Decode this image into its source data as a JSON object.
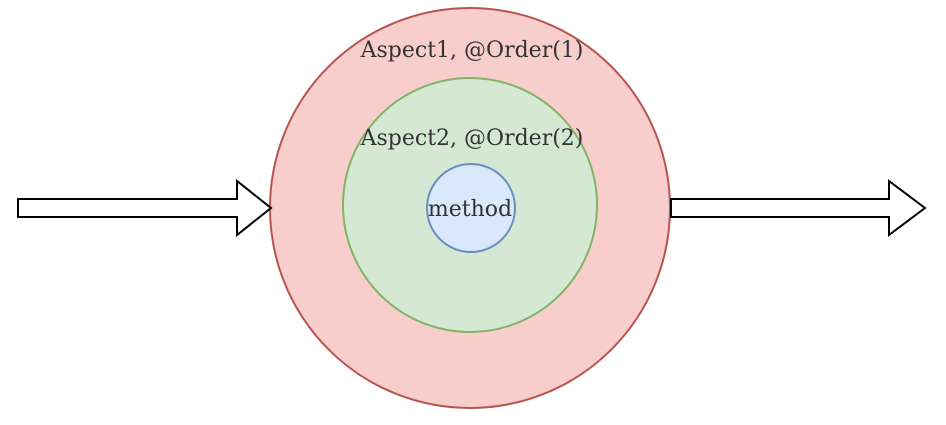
{
  "diagram": {
    "title": "aspect-order-diagram",
    "labels": {
      "outer": "Aspect1, @Order(1)",
      "middle": "Aspect2, @Order(2)",
      "inner": "method"
    }
  },
  "colors": {
    "background": "#ffffff",
    "outer_fill": "#f8cecc",
    "outer_stroke": "#b85450",
    "middle_fill": "#d5e8d4",
    "middle_stroke": "#82b366",
    "inner_fill": "#dae8fc",
    "inner_stroke": "#6c8ebf",
    "arrow_fill": "#ffffff",
    "arrow_stroke": "#000000",
    "text_color": "#333333"
  }
}
